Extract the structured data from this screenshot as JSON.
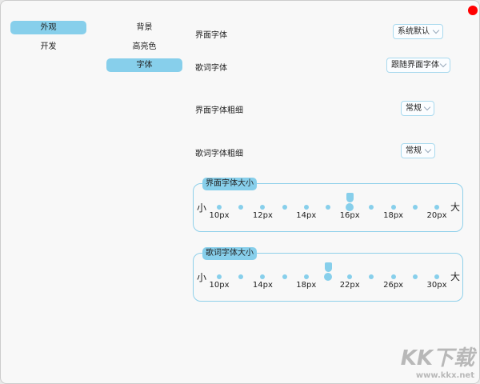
{
  "sidebar": {
    "items": [
      {
        "label": "外观",
        "selected": true
      },
      {
        "label": "开发",
        "selected": false
      }
    ]
  },
  "subnav": {
    "items": [
      {
        "label": "背景",
        "selected": false
      },
      {
        "label": "高亮色",
        "selected": false
      },
      {
        "label": "字体",
        "selected": true
      }
    ]
  },
  "settings": {
    "ui_font": {
      "label": "界面字体",
      "value": "系统默认"
    },
    "lyric_font": {
      "label": "歌词字体",
      "value": "跟随界面字体"
    },
    "ui_weight": {
      "label": "界面字体粗细",
      "value": "常规"
    },
    "lyric_weight": {
      "label": "歌词字体粗细",
      "value": "常规"
    }
  },
  "sliders": [
    {
      "title": "界面字体大小",
      "min_label": "小",
      "max_label": "大",
      "steps": 11,
      "selected_index": 6,
      "ticks": [
        {
          "i": 0,
          "label": "10px"
        },
        {
          "i": 2,
          "label": "12px"
        },
        {
          "i": 4,
          "label": "14px"
        },
        {
          "i": 6,
          "label": "16px"
        },
        {
          "i": 8,
          "label": "18px"
        },
        {
          "i": 10,
          "label": "20px"
        }
      ]
    },
    {
      "title": "歌词字体大小",
      "min_label": "小",
      "max_label": "大",
      "steps": 11,
      "selected_index": 5,
      "ticks": [
        {
          "i": 0,
          "label": "10px"
        },
        {
          "i": 2,
          "label": "14px"
        },
        {
          "i": 4,
          "label": "18px"
        },
        {
          "i": 6,
          "label": "22px"
        },
        {
          "i": 8,
          "label": "26px"
        },
        {
          "i": 10,
          "label": "30px"
        }
      ]
    }
  ],
  "watermark": {
    "logo": "KK下载",
    "url": "www.kkx.net"
  },
  "colors": {
    "accent": "#87cfeb",
    "close": "#ff0000"
  }
}
